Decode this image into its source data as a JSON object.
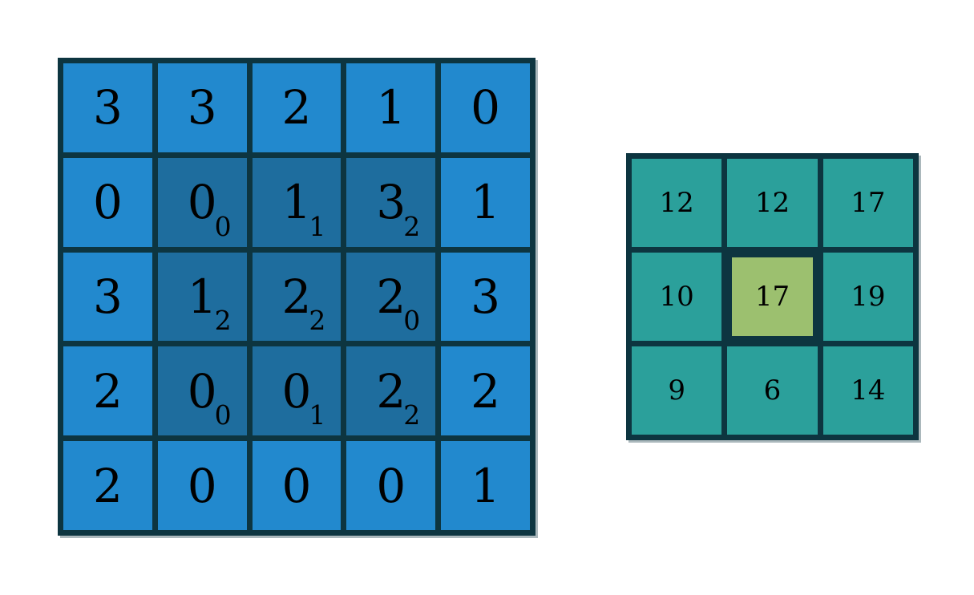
{
  "figure": {
    "type": "convolution-illustration",
    "background_color": "#ffffff",
    "colors": {
      "input_cell": "#2289CE",
      "input_kernel_cell": "#1E6D9E",
      "output_cell": "#2BA09B",
      "output_highlight_cell": "#9CC06F",
      "grid_line": "#0d3540",
      "text": "#000000"
    }
  },
  "input_grid": {
    "name": "input-feature-map",
    "rows": 5,
    "cols": 5,
    "values": [
      [
        3,
        3,
        2,
        1,
        0
      ],
      [
        0,
        0,
        1,
        3,
        1
      ],
      [
        3,
        1,
        2,
        2,
        3
      ],
      [
        2,
        0,
        0,
        2,
        2
      ],
      [
        2,
        0,
        0,
        0,
        1
      ]
    ],
    "kernel_overlay": {
      "top_row": 1,
      "left_col": 1,
      "rows": 3,
      "cols": 3,
      "weights": [
        [
          0,
          1,
          2
        ],
        [
          2,
          2,
          0
        ],
        [
          0,
          1,
          2
        ]
      ]
    }
  },
  "output_grid": {
    "name": "output-feature-map",
    "rows": 3,
    "cols": 3,
    "values": [
      [
        12,
        12,
        17
      ],
      [
        10,
        17,
        19
      ],
      [
        9,
        6,
        14
      ]
    ],
    "highlight": {
      "row": 1,
      "col": 1,
      "value": 17
    }
  },
  "chart_data": {
    "type": "heatmap",
    "title": "",
    "xlabel": "",
    "ylabel": "",
    "grids": [
      {
        "name": "input",
        "rows": 5,
        "cols": 5,
        "values": [
          [
            3,
            3,
            2,
            1,
            0
          ],
          [
            0,
            0,
            1,
            3,
            1
          ],
          [
            3,
            1,
            2,
            2,
            3
          ],
          [
            2,
            0,
            0,
            2,
            2
          ],
          [
            2,
            0,
            0,
            0,
            1
          ]
        ],
        "annotations": [
          {
            "row": 1,
            "col": 1,
            "subscript": 0
          },
          {
            "row": 1,
            "col": 2,
            "subscript": 1
          },
          {
            "row": 1,
            "col": 3,
            "subscript": 2
          },
          {
            "row": 2,
            "col": 1,
            "subscript": 2
          },
          {
            "row": 2,
            "col": 2,
            "subscript": 2
          },
          {
            "row": 2,
            "col": 3,
            "subscript": 0
          },
          {
            "row": 3,
            "col": 1,
            "subscript": 0
          },
          {
            "row": 3,
            "col": 2,
            "subscript": 1
          },
          {
            "row": 3,
            "col": 3,
            "subscript": 2
          }
        ]
      },
      {
        "name": "output",
        "rows": 3,
        "cols": 3,
        "values": [
          [
            12,
            12,
            17
          ],
          [
            10,
            17,
            19
          ],
          [
            9,
            6,
            14
          ]
        ],
        "highlighted": {
          "row": 1,
          "col": 1,
          "value": 17
        }
      }
    ]
  },
  "cells": {
    "input": [
      {
        "v": "3",
        "s": null,
        "k": false
      },
      {
        "v": "3",
        "s": null,
        "k": false
      },
      {
        "v": "2",
        "s": null,
        "k": false
      },
      {
        "v": "1",
        "s": null,
        "k": false
      },
      {
        "v": "0",
        "s": null,
        "k": false
      },
      {
        "v": "0",
        "s": null,
        "k": false
      },
      {
        "v": "0",
        "s": "0",
        "k": true
      },
      {
        "v": "1",
        "s": "1",
        "k": true
      },
      {
        "v": "3",
        "s": "2",
        "k": true
      },
      {
        "v": "1",
        "s": null,
        "k": false
      },
      {
        "v": "3",
        "s": null,
        "k": false
      },
      {
        "v": "1",
        "s": "2",
        "k": true
      },
      {
        "v": "2",
        "s": "2",
        "k": true
      },
      {
        "v": "2",
        "s": "0",
        "k": true
      },
      {
        "v": "3",
        "s": null,
        "k": false
      },
      {
        "v": "2",
        "s": null,
        "k": false
      },
      {
        "v": "0",
        "s": "0",
        "k": true
      },
      {
        "v": "0",
        "s": "1",
        "k": true
      },
      {
        "v": "2",
        "s": "2",
        "k": true
      },
      {
        "v": "2",
        "s": null,
        "k": false
      },
      {
        "v": "2",
        "s": null,
        "k": false
      },
      {
        "v": "0",
        "s": null,
        "k": false
      },
      {
        "v": "0",
        "s": null,
        "k": false
      },
      {
        "v": "0",
        "s": null,
        "k": false
      },
      {
        "v": "1",
        "s": null,
        "k": false
      }
    ],
    "output": [
      {
        "v": "12",
        "h": false
      },
      {
        "v": "12",
        "h": false
      },
      {
        "v": "17",
        "h": false
      },
      {
        "v": "10",
        "h": false
      },
      {
        "v": "17",
        "h": true
      },
      {
        "v": "19",
        "h": false
      },
      {
        "v": "9",
        "h": false
      },
      {
        "v": "6",
        "h": false
      },
      {
        "v": "14",
        "h": false
      }
    ]
  }
}
